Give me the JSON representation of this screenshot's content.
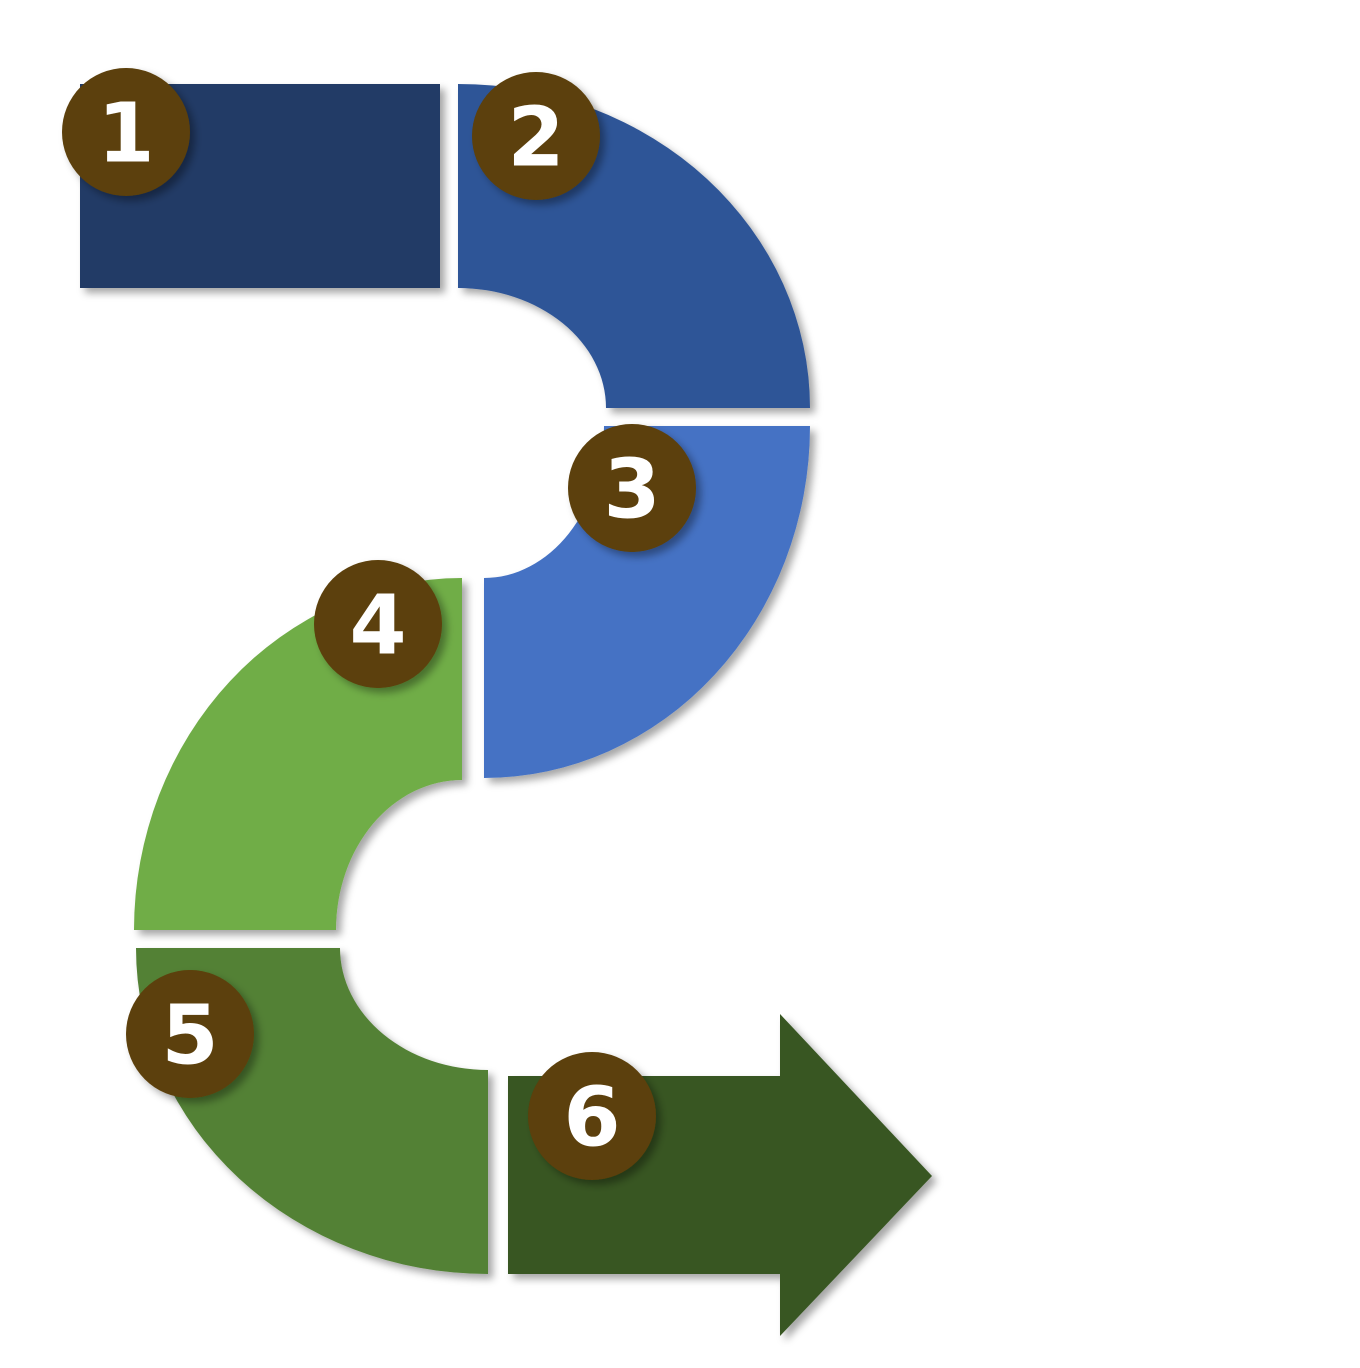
{
  "diagram": {
    "steps": [
      {
        "number": "1",
        "color": "#213a66"
      },
      {
        "number": "2",
        "color": "#2f5597"
      },
      {
        "number": "3",
        "color": "#4472c4"
      },
      {
        "number": "4",
        "color": "#70ad47"
      },
      {
        "number": "5",
        "color": "#538135"
      },
      {
        "number": "6",
        "color": "#385723"
      }
    ],
    "badge_color": "#5b3f08",
    "badge_text_color": "#ffffff"
  }
}
